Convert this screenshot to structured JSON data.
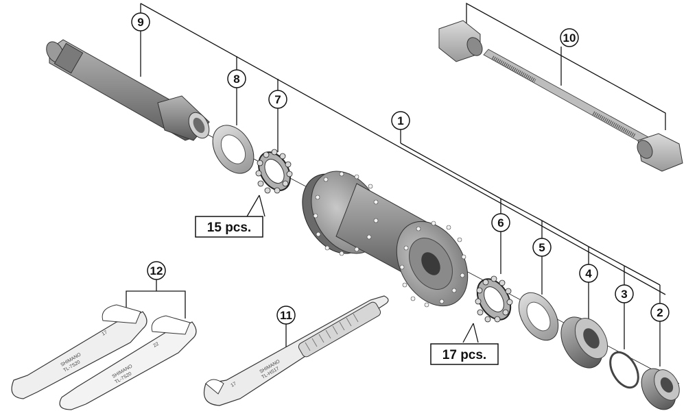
{
  "callouts": {
    "c1": "1",
    "c2": "2",
    "c3": "3",
    "c4": "4",
    "c5": "5",
    "c6": "6",
    "c7": "7",
    "c8": "8",
    "c9": "9",
    "c10": "10",
    "c11": "11",
    "c12": "12"
  },
  "quantities": {
    "balls_left": "15 pcs.",
    "balls_right": "17 pcs."
  },
  "tool_markings": {
    "wrench11_brand": "SHIMANO",
    "wrench11_model": "TL-HS17",
    "wrench11_size": "17",
    "wrench12_brand": "SHIMANO",
    "wrench12_model": "TL-7S20",
    "wrench12_size_a": "17",
    "wrench12_size_b": "22"
  },
  "colors": {
    "part_fill": "#8c8c8c",
    "part_dark": "#5e5e5e",
    "part_light": "#c4c4c4",
    "line": "#111111"
  }
}
